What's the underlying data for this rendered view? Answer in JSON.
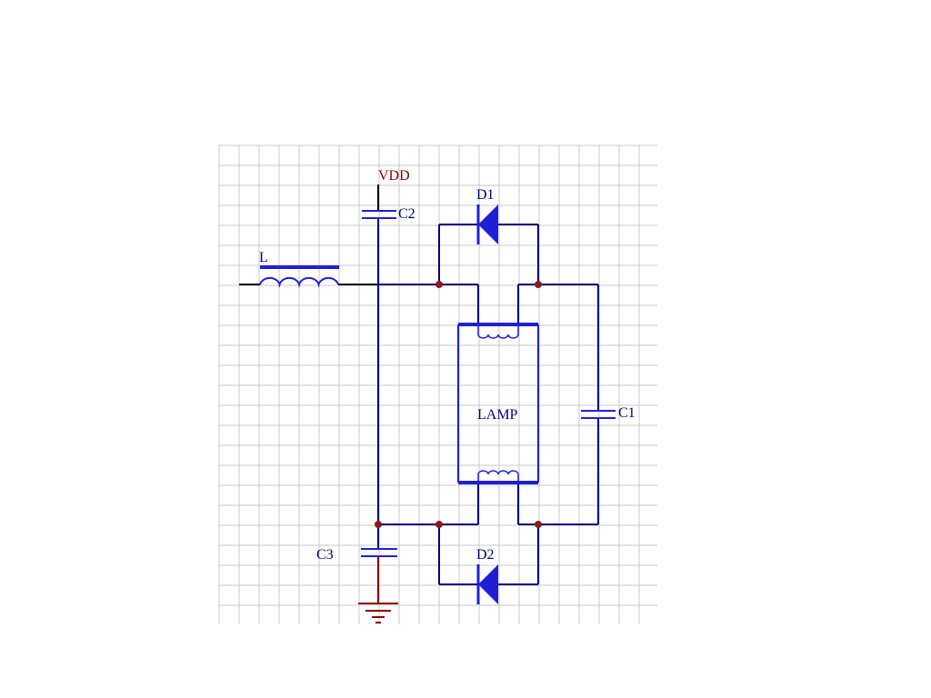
{
  "labels": {
    "vdd": "VDD",
    "c2": "C2",
    "d1": "D1",
    "l": "L",
    "lamp": "LAMP",
    "c1": "C1",
    "c3": "C3",
    "d2": "D2"
  },
  "colors": {
    "background": "#ffffff",
    "grid": "#c8c8c8",
    "wire": "#000080",
    "component": "#1f1fd6",
    "ground": "#8b0000",
    "junction": "#8b1a1a",
    "vdd_text": "#8b0000",
    "label_text": "#000080",
    "black_wire": "#000000"
  }
}
